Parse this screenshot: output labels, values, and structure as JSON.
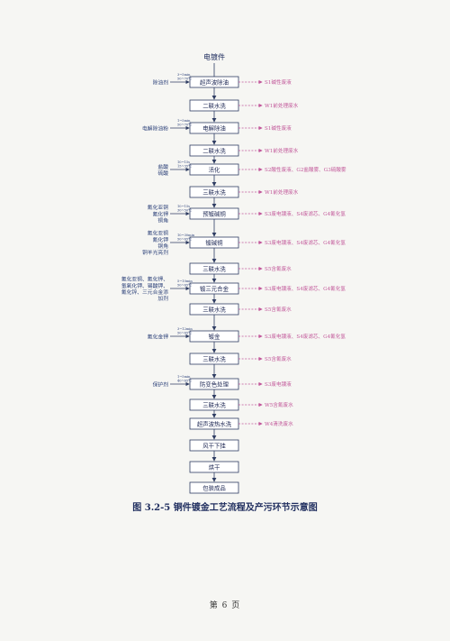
{
  "document": {
    "start_label": "电镀件",
    "caption": "图 3.2-5  铜件镀金工艺流程及产污环节示意图",
    "page_number": "第 6 页"
  },
  "steps": [
    {
      "label": "超声波除油",
      "inputs": [
        "除油剂"
      ],
      "params": [
        "3~5min",
        "50~70℃"
      ],
      "outputs": "S1碱性废液"
    },
    {
      "label": "二联水洗",
      "inputs": [],
      "params": [],
      "outputs": "W1前处理废水"
    },
    {
      "label": "电解除油",
      "inputs": [
        "电解除油粉"
      ],
      "params": [
        "1~5min",
        "50~70℃"
      ],
      "outputs": "S1碱性废液"
    },
    {
      "label": "二联水洗",
      "inputs": [],
      "params": [],
      "outputs": "W1前处理废水"
    },
    {
      "label": "活化",
      "inputs": [
        "盐酸",
        "硫酸"
      ],
      "params": [
        "10~15s",
        "15~35℃"
      ],
      "outputs": "S2酸性废液、G2盐酸雾、G3硫酸雾"
    },
    {
      "label": "三联水洗",
      "inputs": [],
      "params": [],
      "outputs": "W1前处理废水"
    },
    {
      "label": "预镀碱铜",
      "inputs": [
        "氰化亚铜",
        "氰化钾",
        "铜角"
      ],
      "params": [
        "10~15s",
        "30~50℃"
      ],
      "outputs": "S3废电镀液、S4废滤芯、G4氰化氢"
    },
    {
      "label": "镀碱铜",
      "inputs": [
        "氰化亚铜",
        "氰化钾",
        "铜角",
        "铜羊光亮剂"
      ],
      "params": [
        "10~30min",
        "50~65℃"
      ],
      "outputs": "S3废电镀液、S4废滤芯、G4氰化氢"
    },
    {
      "label": "三联水洗",
      "inputs": [],
      "params": [],
      "outputs": "S5含氰废水"
    },
    {
      "label": "镀三元合金",
      "inputs": [
        "氰化亚铜、氰化钾、",
        "氢氧化钾、锡酸钾、",
        "氰化锌、三元合金添",
        "加剂"
      ],
      "params": [
        "5~10min",
        "50~65℃"
      ],
      "outputs": "S3废电镀液、S4废滤芯、G4氰化氢"
    },
    {
      "label": "三联水洗",
      "inputs": [],
      "params": [],
      "outputs": "S5含氰废水"
    },
    {
      "label": "镀金",
      "inputs": [
        "氰化金钾"
      ],
      "params": [
        "3~12min",
        "50~65℃"
      ],
      "outputs": "S3废电镀液、S4废滤芯、G4氰化氢"
    },
    {
      "label": "三联水洗",
      "inputs": [],
      "params": [],
      "outputs": "S5含氰废水"
    },
    {
      "label": "防变色处理",
      "inputs": [
        "保护剂"
      ],
      "params": [
        "1~5min",
        "40~65℃"
      ],
      "outputs": "S3废电镀液"
    },
    {
      "label": "三联水洗",
      "inputs": [],
      "params": [],
      "outputs": "W5含氰废水"
    },
    {
      "label": "超声波热水洗",
      "inputs": [],
      "params": [],
      "outputs": "W4清洗废水"
    },
    {
      "label": "风干下挂",
      "inputs": [],
      "params": [],
      "outputs": ""
    },
    {
      "label": "烘干",
      "inputs": [],
      "params": [],
      "outputs": ""
    },
    {
      "label": "包装成品",
      "inputs": [],
      "params": [],
      "outputs": ""
    }
  ],
  "colors": {
    "box_border": "#2f3d63",
    "arrow": "#2f3d63",
    "input_text": "#2a3f78",
    "output_text": "#c2589a",
    "output_arrow": "#c2589a",
    "caption": "#1f2d5e"
  }
}
